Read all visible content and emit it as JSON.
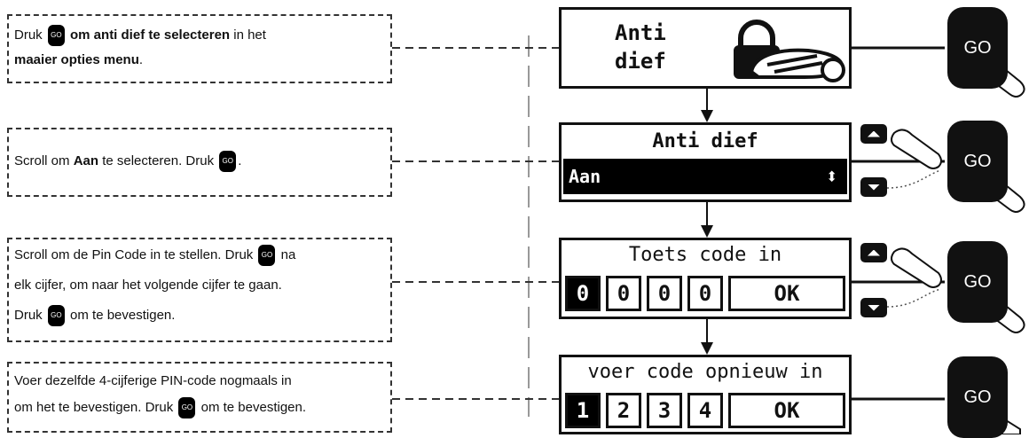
{
  "button_go": "GO",
  "steps": [
    {
      "line1_pre": "Druk",
      "line1_bold": "om anti dief te selecteren",
      "line1_post": "in het",
      "line2_bold": "maaier opties menu",
      "line2_post": "."
    },
    {
      "pre": "Scroll om",
      "bold": "Aan",
      "mid": "te selecteren. Druk",
      "post": "."
    },
    {
      "line1_pre": "Scroll om de Pin Code in te stellen. Druk",
      "line1_post": "na",
      "line2": "elk cijfer, om naar het volgende cijfer te gaan.",
      "line3_pre": "Druk",
      "line3_post": "om te bevestigen."
    },
    {
      "line1": "Voer dezelfde 4-cijferige PIN-code nogmaals in",
      "line2_pre": "om het te bevestigen. Druk",
      "line2_post": "om te bevestigen."
    }
  ],
  "screens": {
    "s1": {
      "line1": "Anti",
      "line2": "dief"
    },
    "s2": {
      "title": "Anti dief",
      "selected": "Aan",
      "updown": "⬍"
    },
    "s3": {
      "title": "Toets code in",
      "digits": [
        "0",
        "0",
        "0",
        "0"
      ],
      "ok": "OK"
    },
    "s4": {
      "title": "voer code opnieuw in",
      "digits": [
        "1",
        "2",
        "3",
        "4"
      ],
      "ok": "OK"
    }
  },
  "icons": {
    "lock": "lock-icon",
    "mower": "mower-icon",
    "hand": "hand-pointer-icon"
  }
}
